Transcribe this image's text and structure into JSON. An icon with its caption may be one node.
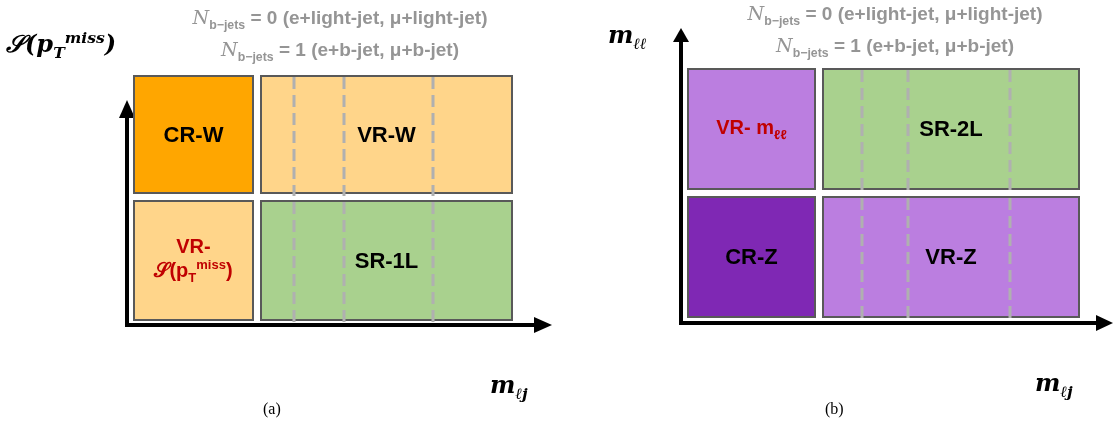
{
  "diagram": {
    "nodes": [
      {
        "text": [
          "CR-W"
        ]
      },
      {
        "text": [
          "VR-W"
        ]
      },
      {
        "text": [
          "VR- 𝒮(p$_{T}$$^{miss}$)"
        ]
      },
      {
        "text": [
          "SR-1L"
        ]
      },
      {
        "text": [
          "VR- m$_{ℓℓ}$"
        ]
      },
      {
        "text": [
          "SR-2L"
        ]
      },
      {
        "text": [
          "CR-Z"
        ]
      },
      {
        "text": [
          "VR-Z"
        ]
      }
    ],
    "edges": [],
    "labels": [
      "𝒮(p$_{T}$$^{miss}$)",
      "*N*$_{b−jets}$ = 0 (e+light-jet, μ+light-jet)",
      "*N*$_{b−jets}$ = 1 (e+b-jet, μ+b-jet)",
      "m$_{ℓj}$",
      "(a)",
      "m$_{ℓℓ}$",
      "*N*$_{b−jets}$ = 0 (e+light-jet, μ+light-jet)",
      "*N*$_{b−jets}$ = 1 (e+b-jet, μ+b-jet)",
      "m$_{ℓj}$",
      "(b)"
    ]
  }
}
